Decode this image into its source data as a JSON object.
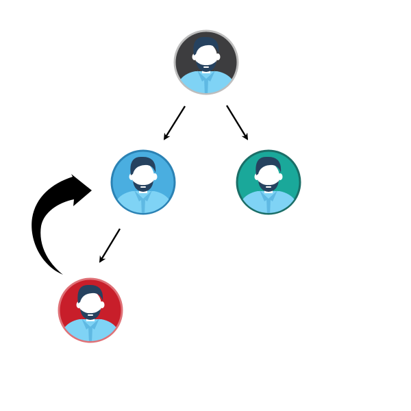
{
  "nodes": [
    {
      "id": "top",
      "icon": "man-avatar-icon",
      "background_color": "#3d3d3f",
      "ring_color": "#bdbdbd"
    },
    {
      "id": "middle-left",
      "icon": "man-avatar-icon",
      "background_color": "#4aaee0",
      "ring_color": "#2b82b4"
    },
    {
      "id": "middle-right",
      "icon": "man-avatar-icon",
      "background_color": "#1aa89a",
      "ring_color": "#1b6e67"
    },
    {
      "id": "bottom-left",
      "icon": "man-avatar-icon",
      "background_color": "#c81e2a",
      "ring_color": "#df7177"
    }
  ],
  "edges": [
    {
      "from": "top",
      "to": "middle-left"
    },
    {
      "from": "top",
      "to": "middle-right"
    },
    {
      "from": "middle-left",
      "to": "bottom-left"
    }
  ],
  "curved_arrow": {
    "from": "bottom-left",
    "to": "middle-left",
    "icon": "curved-arrow-icon",
    "color": "#000000"
  },
  "colors": {
    "shirt": "#7fd3f5",
    "shirt_shadow": "#5fb9e3",
    "hair": "#26425f",
    "face": "#ffffff",
    "edge": "#000000"
  }
}
